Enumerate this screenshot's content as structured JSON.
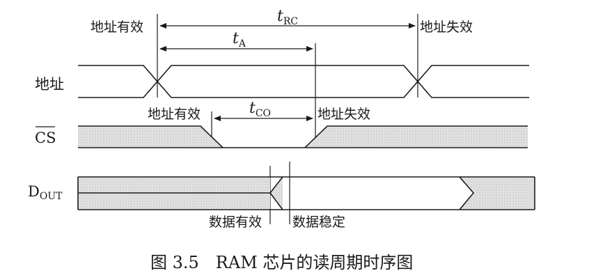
{
  "labels": {
    "addr_valid_top": "地址有效",
    "addr_invalid_top": "地址失效",
    "trc_t": "t",
    "trc_sub": "RC",
    "ta_t": "t",
    "ta_sub": "A",
    "tco_t": "t",
    "tco_sub": "CO",
    "addr_valid_cs": "地址有效",
    "addr_invalid_cs": "地址失效",
    "data_valid": "数据有效",
    "data_stable": "数据稳定"
  },
  "signals": {
    "address": "地址",
    "cs": "CS",
    "dout_main": "D",
    "dout_sub": "OUT"
  },
  "caption": "图 3.5　RAM 芯片的读周期时序图"
}
